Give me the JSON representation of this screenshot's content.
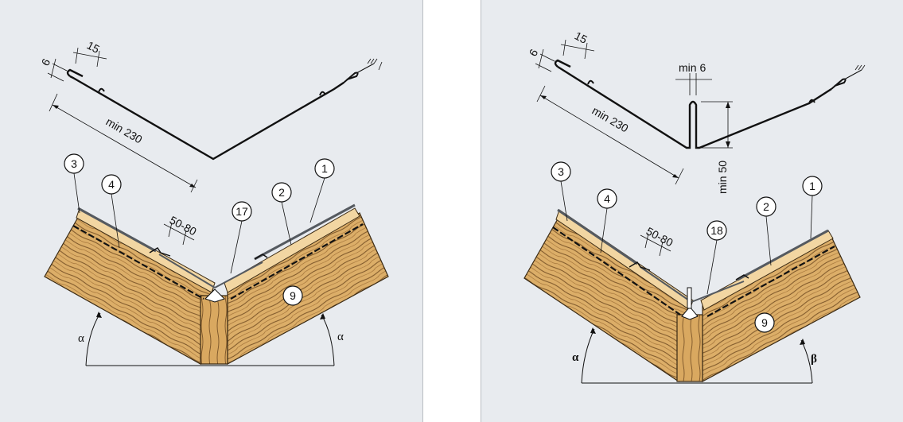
{
  "left": {
    "profile": {
      "dim_hem_height": "6",
      "dim_hem_width": "15",
      "dim_width": "min 230"
    },
    "section": {
      "dim_gap": "50-80",
      "callouts": [
        "1",
        "2",
        "3",
        "4",
        "9",
        "17"
      ],
      "angle_left": "α",
      "angle_right": "α"
    }
  },
  "right": {
    "profile": {
      "dim_hem_height": "6",
      "dim_hem_width": "15",
      "dim_width": "min 230",
      "dim_stand_width": "min 6",
      "dim_stand_height": "min 50"
    },
    "section": {
      "dim_gap": "50-80",
      "callouts": [
        "1",
        "2",
        "3",
        "4",
        "9",
        "18"
      ],
      "angle_left": "α",
      "angle_right": "β"
    }
  },
  "colors": {
    "panel_bg": "#e8ebef",
    "wood_light": "#e0b877",
    "wood_mid": "#c8944f",
    "wood_dark": "#6b4a22",
    "batten": "#f2d6a2",
    "metal": "#555a60"
  }
}
